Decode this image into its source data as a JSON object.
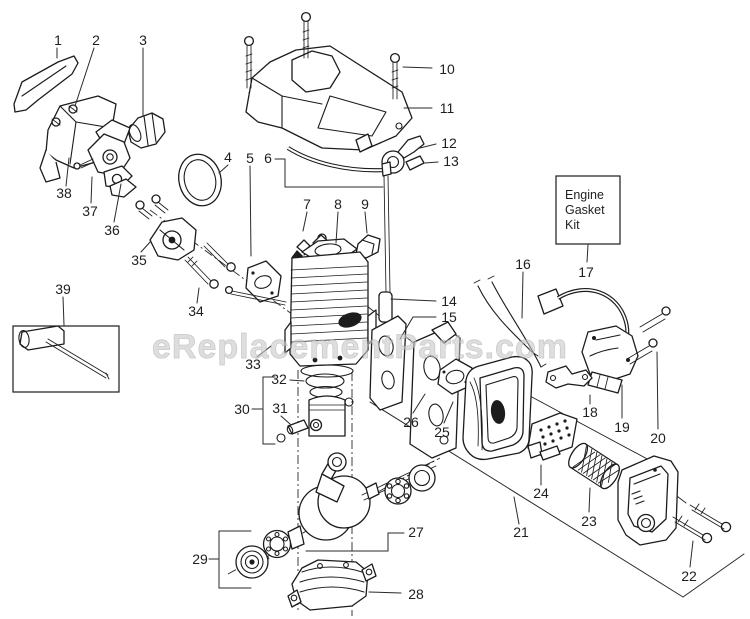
{
  "diagram": {
    "watermark": "eReplacementParts.com",
    "note_box": {
      "line1": "Engine",
      "line2": "Gasket",
      "line3": "Kit"
    },
    "labels": {
      "n1": "1",
      "n2": "2",
      "n3": "3",
      "n4": "4",
      "n5": "5",
      "n6": "6",
      "n7": "7",
      "n8": "8",
      "n9": "9",
      "n10": "10",
      "n11": "11",
      "n12": "12",
      "n13": "13",
      "n14": "14",
      "n15": "15",
      "n16": "16",
      "n17": "17",
      "n18": "18",
      "n19": "19",
      "n20": "20",
      "n21": "21",
      "n22": "22",
      "n23": "23",
      "n24": "24",
      "n25": "25",
      "n26": "26",
      "n27": "27",
      "n28": "28",
      "n29": "29",
      "n30": "30",
      "n31": "31",
      "n32": "32",
      "n33": "33",
      "n34": "34",
      "n35": "35",
      "n36": "36",
      "n37": "37",
      "n38": "38",
      "n39": "39"
    }
  },
  "colors": {
    "line": "#1c1c1c",
    "label": "#1f1f1f",
    "watermark": "#c8c8c8",
    "background": "#ffffff"
  }
}
